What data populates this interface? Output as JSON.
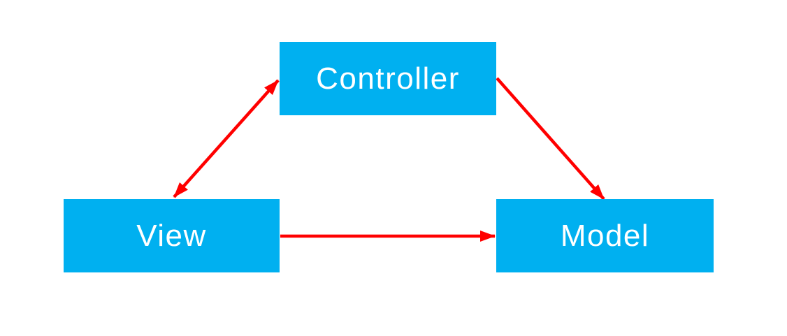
{
  "diagram": {
    "type": "flow-diagram",
    "subject": "MVC architecture pattern",
    "background_color": "#ffffff",
    "colors": {
      "node_fill": "#00b0f0",
      "node_text": "#ffffff",
      "arrow": "#ff0000"
    },
    "nodes": [
      {
        "id": "controller",
        "label": "Controller",
        "position": "top-center"
      },
      {
        "id": "view",
        "label": "View",
        "position": "bottom-left"
      },
      {
        "id": "model",
        "label": "Model",
        "position": "bottom-right"
      }
    ],
    "edges": [
      {
        "from": "view",
        "to": "controller",
        "direction": "bidirectional",
        "style": "straight"
      },
      {
        "from": "controller",
        "to": "model",
        "direction": "one-way",
        "style": "straight"
      },
      {
        "from": "view",
        "to": "model",
        "direction": "one-way",
        "style": "straight"
      }
    ]
  }
}
